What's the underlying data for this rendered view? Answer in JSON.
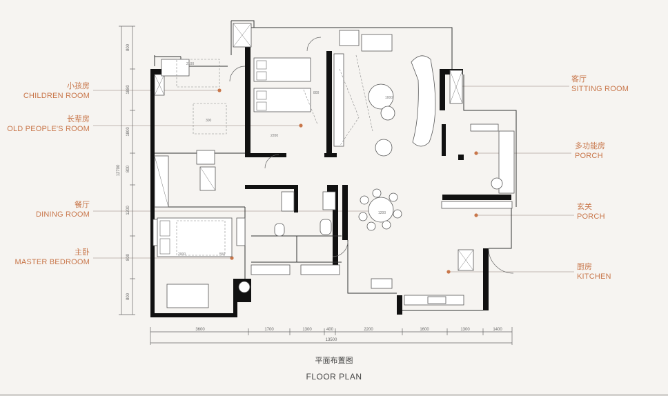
{
  "rooms_left": [
    {
      "zh": "小孩房",
      "en": "CHILDREN ROOM"
    },
    {
      "zh": "长辈房",
      "en": "OLD PEOPLE'S ROOM"
    },
    {
      "zh": "餐厅",
      "en": "DINING ROOM"
    },
    {
      "zh": "主卧",
      "en": "MASTER BEDROOM"
    }
  ],
  "rooms_right": [
    {
      "zh": "客厅",
      "en": "SITTING ROOM"
    },
    {
      "zh": "多功能房",
      "en": "PORCH"
    },
    {
      "zh": "玄关",
      "en": "PORCH"
    },
    {
      "zh": "厨房",
      "en": "KITCHEN"
    }
  ],
  "dimensions_bottom": [
    "3600",
    "1700",
    "1300",
    "400",
    "2200",
    "1600",
    "1300",
    "1400"
  ],
  "dimension_total": "13500",
  "dimensions_left": [
    "800",
    "1880",
    "1800",
    "800",
    "1200",
    "800",
    "800"
  ],
  "dimension_left_total": "12700",
  "caption": {
    "zh": "平面布置图",
    "en": "FLOOR PLAN"
  },
  "colors": {
    "accent": "#c8764a",
    "wall": "#111111",
    "line": "#777777"
  }
}
